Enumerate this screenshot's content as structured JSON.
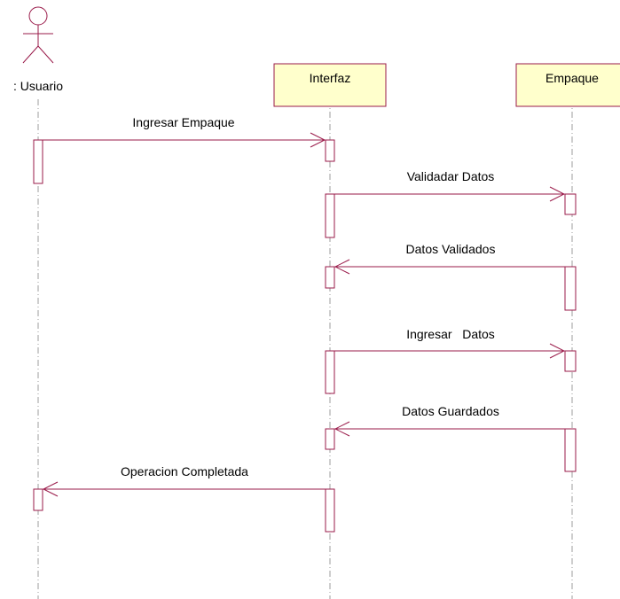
{
  "diagram": {
    "actor_label": ": Usuario",
    "objects": [
      {
        "name": "Interfaz"
      },
      {
        "name": "Empaque"
      }
    ],
    "messages": [
      {
        "label": "Ingresar Empaque",
        "from": "Usuario",
        "to": "Interfaz"
      },
      {
        "label": "Validadar Datos",
        "from": "Interfaz",
        "to": "Empaque"
      },
      {
        "label": "Datos Validados",
        "from": "Empaque",
        "to": "Interfaz"
      },
      {
        "label": "Ingresar   Datos",
        "from": "Interfaz",
        "to": "Empaque"
      },
      {
        "label": "Datos Guardados",
        "from": "Empaque",
        "to": "Interfaz"
      },
      {
        "label": "Operacion Completada",
        "from": "Interfaz",
        "to": "Usuario"
      }
    ]
  },
  "colors": {
    "line": "#9a1b4a",
    "object_fill": "#ffffcc",
    "lifeline": "#9e9e9e"
  }
}
